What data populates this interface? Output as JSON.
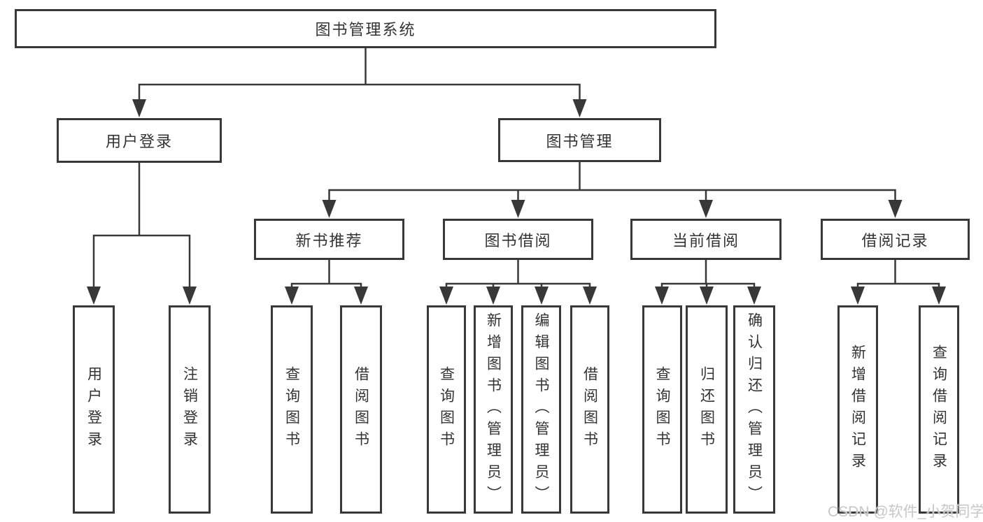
{
  "diagram_title": "图书管理系统",
  "nodes": {
    "root": "图书管理系统",
    "user_login": "用户登录",
    "book_mgmt": "图书管理",
    "new_book_rec": "新书推荐",
    "book_borrow": "图书借阅",
    "current_borrow": "当前借阅",
    "borrow_records": "借阅记录",
    "leaf_user_login": "用户登录",
    "leaf_logout": "注销登录",
    "leaf_nb_query": "查询图书",
    "leaf_nb_borrow": "借阅图书",
    "leaf_bb_query": "查询图书",
    "leaf_bb_add": "新增图书（管理员）",
    "leaf_bb_edit": "编辑图书（管理员）",
    "leaf_bb_borrow": "借阅图书",
    "leaf_cb_query": "查询图书",
    "leaf_cb_return": "归还图书",
    "leaf_cb_confirm": "确认归还（管理员）",
    "leaf_br_add": "新增借阅记录",
    "leaf_br_query": "查询借阅记录"
  },
  "watermark": "CSDN @软件_小贺同学",
  "colors": {
    "line": "#383838",
    "box_border": "#383838",
    "box_background": "#ffffff",
    "text": "#333333",
    "watermark": "#c7c7c7",
    "page_background": "#ffffff"
  }
}
